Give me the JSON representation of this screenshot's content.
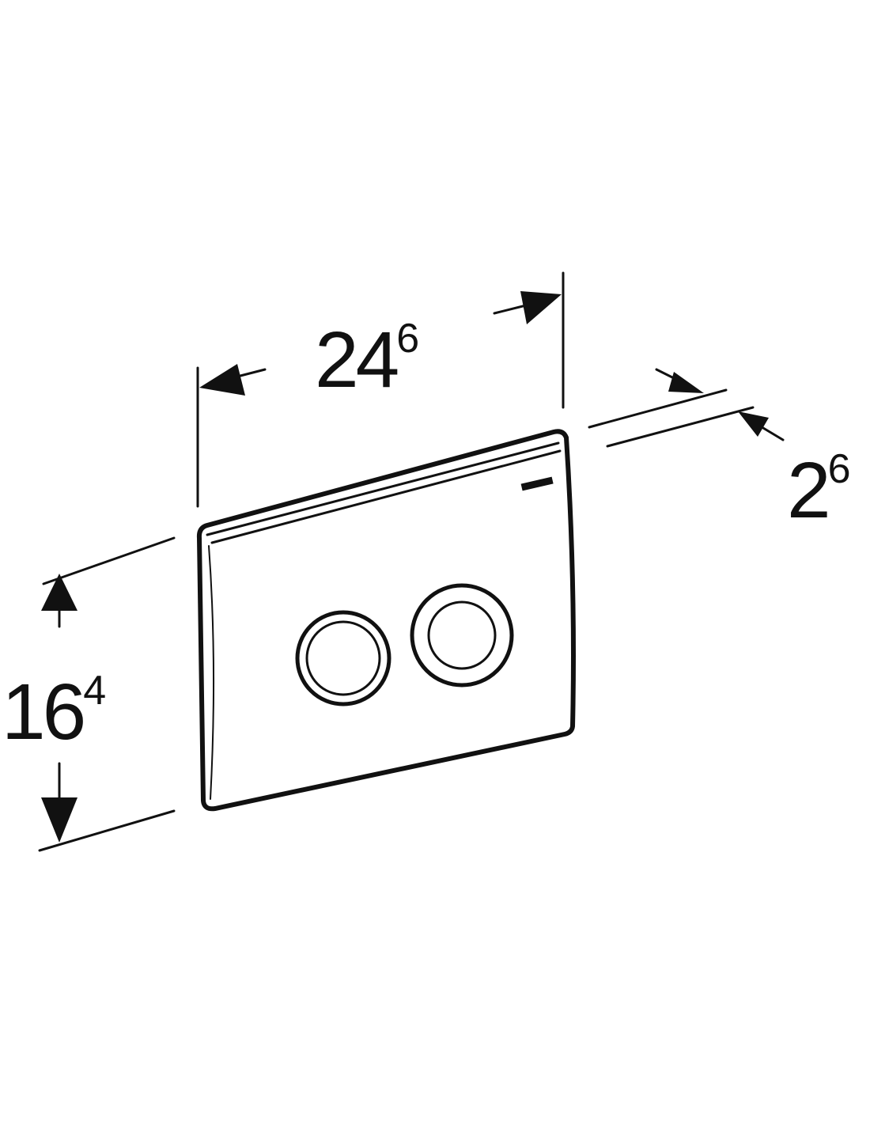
{
  "dimensions": {
    "width": {
      "main": "24",
      "sup": "6"
    },
    "depth": {
      "main": "2",
      "sup": "6"
    },
    "height": {
      "main": "16",
      "sup": "4"
    }
  },
  "colors": {
    "line": "#111111",
    "background": "#ffffff"
  }
}
